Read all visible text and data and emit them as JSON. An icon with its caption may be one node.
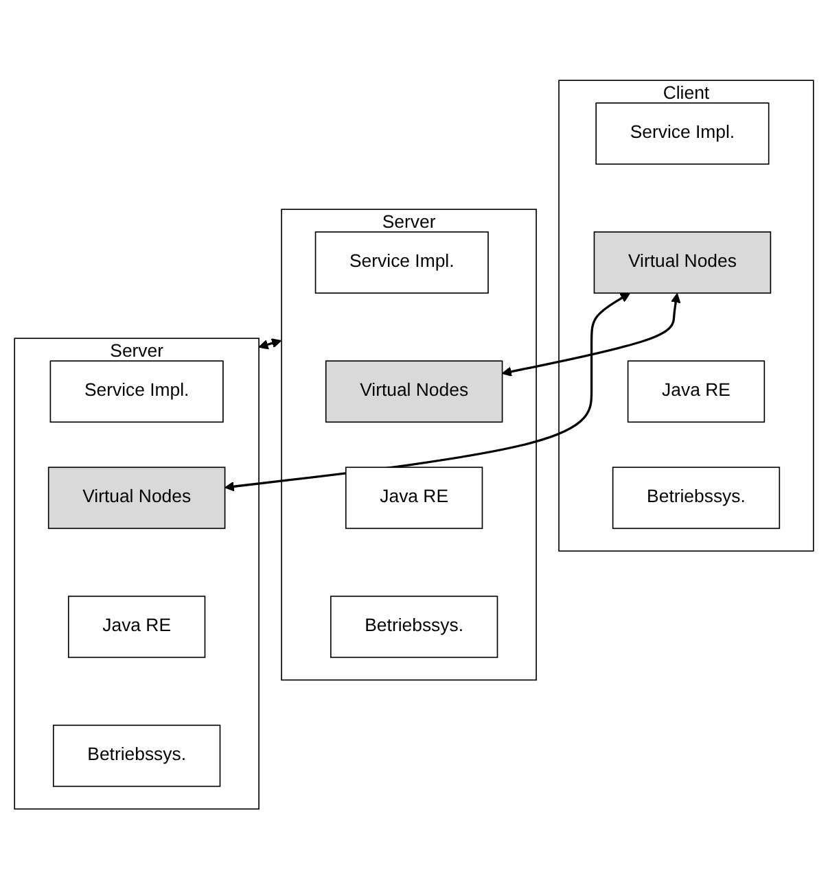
{
  "diagram": {
    "nodes": [
      {
        "text": [
          "Client"
        ]
      },
      {
        "text": [
          "Service Impl."
        ],
        "in": 0
      },
      {
        "text": [
          "Virtual Nodes"
        ],
        "in": 0
      },
      {
        "text": [
          "Java RE"
        ],
        "in": 0
      },
      {
        "text": [
          "Betriebssys."
        ],
        "in": 0
      },
      {
        "text": [
          "Server"
        ]
      },
      {
        "text": [
          "Service Impl."
        ],
        "in": 5
      },
      {
        "text": [
          "Virtual Nodes"
        ],
        "in": 5
      },
      {
        "text": [
          "Java RE"
        ],
        "in": 5
      },
      {
        "text": [
          "Betriebssys."
        ],
        "in": 5
      },
      {
        "text": [
          "Server"
        ]
      },
      {
        "text": [
          "Service Impl."
        ],
        "in": 10
      },
      {
        "text": [
          "Virtual Nodes"
        ],
        "in": 10
      },
      {
        "text": [
          "Java RE"
        ],
        "in": 10
      },
      {
        "text": [
          "Betriebssys."
        ],
        "in": 10
      }
    ],
    "edges": [
      {
        "from": 2,
        "to": 7,
        "arrow": "both"
      },
      {
        "from": 2,
        "to": 12,
        "arrow": "both"
      },
      {
        "from": 5,
        "to": 10,
        "arrow": "both"
      }
    ]
  }
}
